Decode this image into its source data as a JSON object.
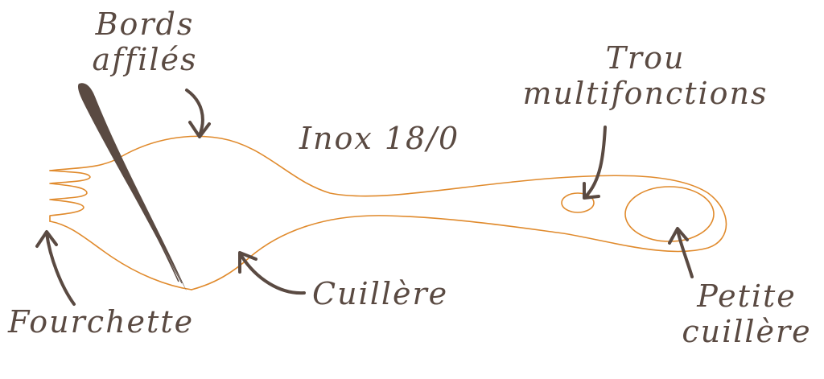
{
  "labels": {
    "bords_line1": "Bords",
    "bords_line2": "affilés",
    "inox": "Inox 18/0",
    "trou_line1": "Trou",
    "trou_line2": "multifonctions",
    "fourchette": "Fourchette",
    "cuillere": "Cuillère",
    "petite_line1": "Petite",
    "petite_line2": "cuillère"
  },
  "colors": {
    "outline": "#e08a2c",
    "ink": "#5a4a42"
  }
}
